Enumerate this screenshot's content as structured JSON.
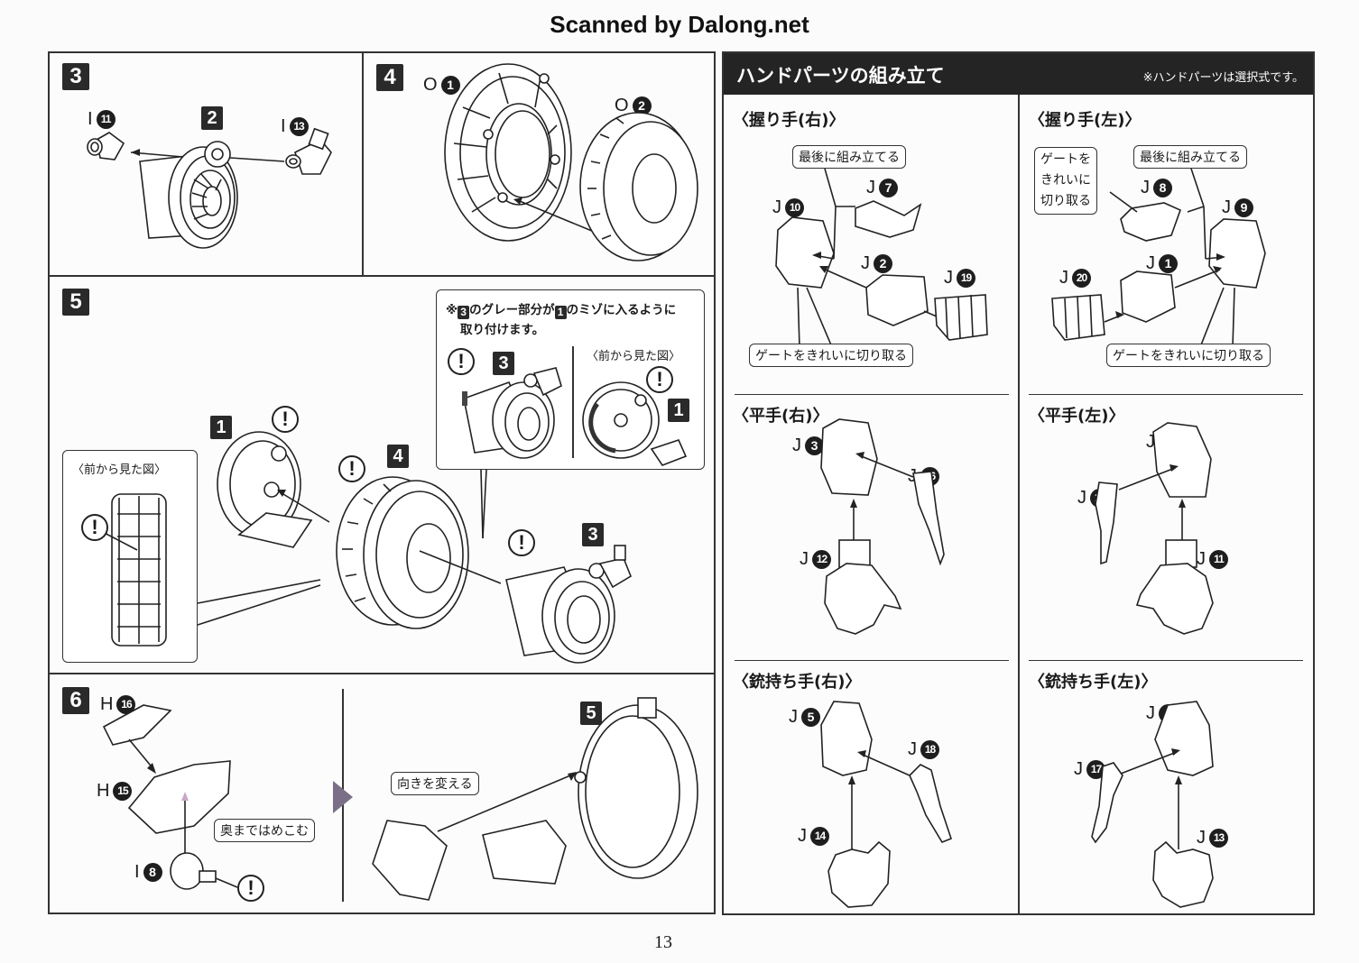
{
  "watermark": "Scanned by Dalong.net",
  "page_number": "13",
  "steps": {
    "step3": {
      "number": "3",
      "parts": [
        {
          "letter": "I",
          "num": "11"
        },
        {
          "letter": "I",
          "num": "13"
        }
      ],
      "subassembly": "2"
    },
    "step4": {
      "number": "4",
      "parts": [
        {
          "letter": "O",
          "num": "1"
        },
        {
          "letter": "O",
          "num": "2"
        }
      ]
    },
    "step5": {
      "number": "5",
      "subassemblies": [
        "1",
        "4",
        "3"
      ],
      "front_view_label": "〈前から見た図〉",
      "note": {
        "prefix": "※",
        "ref_a": "3",
        "text_a": "のグレー部分が",
        "ref_b": "1",
        "text_b": "のミゾに入るように",
        "line2": "取り付けます。",
        "left_ref": "3",
        "front_view_label": "〈前から見た図〉",
        "right_ref": "1"
      },
      "warning_mark": "!"
    },
    "step6": {
      "number": "6",
      "parts": [
        {
          "letter": "H",
          "num": "16"
        },
        {
          "letter": "H",
          "num": "15"
        },
        {
          "letter": "I",
          "num": "8"
        }
      ],
      "callout_press": "奥まではめこむ",
      "callout_turn": "向きを変える",
      "subassembly": "5"
    }
  },
  "hand_parts": {
    "title": "ハンドパーツの組み立て",
    "note": "※ハンドパーツは選択式です。",
    "sections": [
      {
        "title": "〈握り手(右)〉",
        "callout_last": "最後に組み立てる",
        "callout_gate": "ゲートをきれいに切り取る",
        "parts": [
          {
            "letter": "J",
            "num": "10"
          },
          {
            "letter": "J",
            "num": "7"
          },
          {
            "letter": "J",
            "num": "2"
          },
          {
            "letter": "J",
            "num": "19"
          }
        ]
      },
      {
        "title": "〈握り手(左)〉",
        "callout_gate_small": "ゲートを\nきれいに\n切り取る",
        "callout_last": "最後に組み立てる",
        "callout_gate": "ゲートをきれいに切り取る",
        "parts": [
          {
            "letter": "J",
            "num": "8"
          },
          {
            "letter": "J",
            "num": "9"
          },
          {
            "letter": "J",
            "num": "20"
          },
          {
            "letter": "J",
            "num": "1"
          }
        ]
      },
      {
        "title": "〈平手(右)〉",
        "parts": [
          {
            "letter": "J",
            "num": "3"
          },
          {
            "letter": "J",
            "num": "16"
          },
          {
            "letter": "J",
            "num": "12"
          }
        ]
      },
      {
        "title": "〈平手(左)〉",
        "parts": [
          {
            "letter": "J",
            "num": "4"
          },
          {
            "letter": "J",
            "num": "15"
          },
          {
            "letter": "J",
            "num": "11"
          }
        ]
      },
      {
        "title": "〈銃持ち手(右)〉",
        "parts": [
          {
            "letter": "J",
            "num": "5"
          },
          {
            "letter": "J",
            "num": "18"
          },
          {
            "letter": "J",
            "num": "14"
          }
        ]
      },
      {
        "title": "〈銃持ち手(左)〉",
        "parts": [
          {
            "letter": "J",
            "num": "6"
          },
          {
            "letter": "J",
            "num": "17"
          },
          {
            "letter": "J",
            "num": "13"
          }
        ]
      }
    ]
  }
}
